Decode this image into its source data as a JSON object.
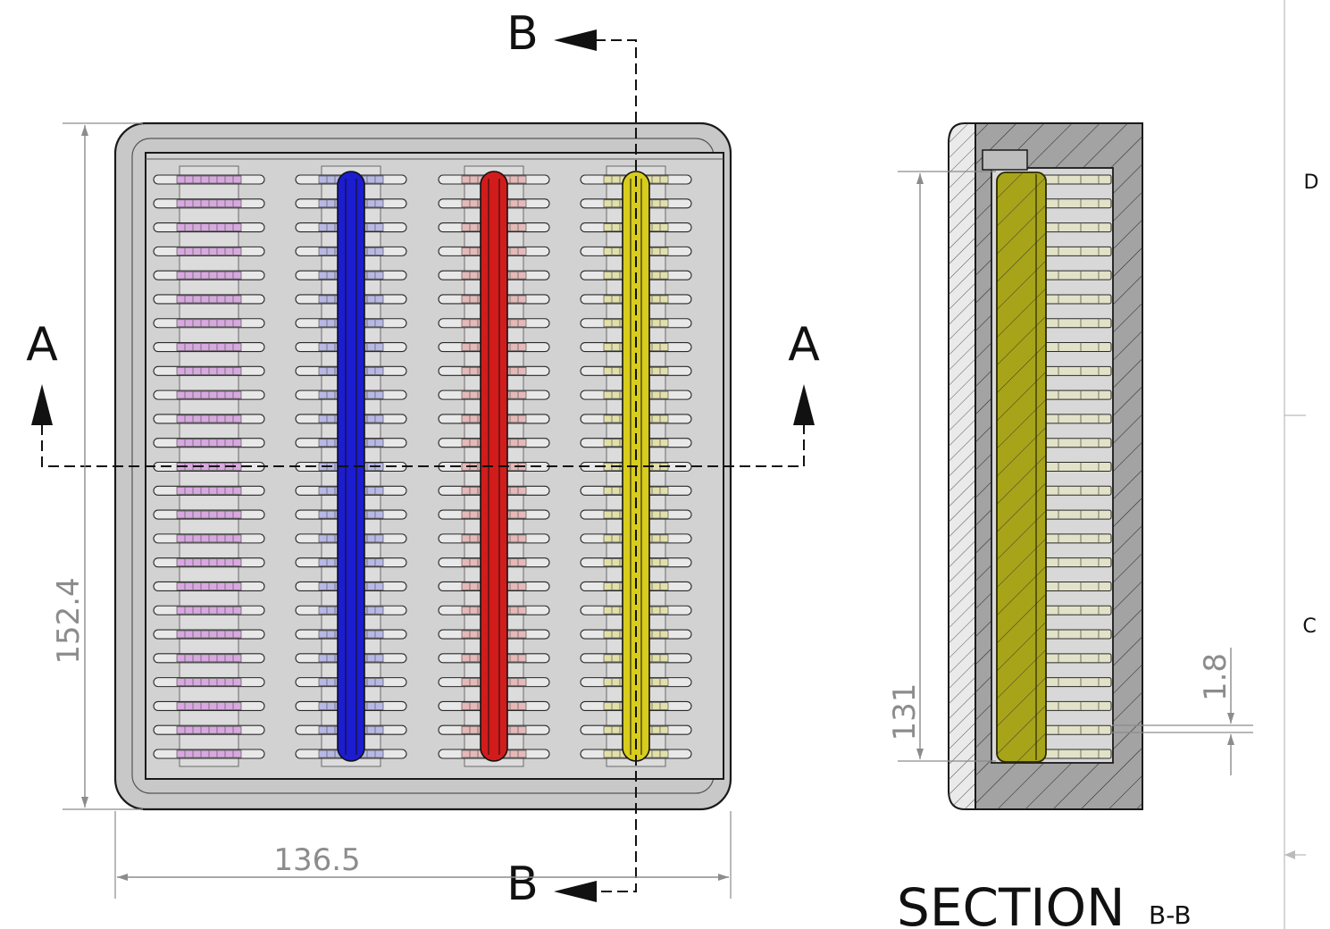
{
  "views": {
    "section_a_label": "A",
    "section_b_label": "B",
    "section_title": "SECTION",
    "section_title_suffix": "B-B"
  },
  "dimensions": {
    "height": "152.4",
    "width": "136.5",
    "inner_height": "131",
    "pitch": "1.8"
  },
  "border_zones": {
    "upper": "D",
    "lower": "C"
  },
  "columns": [
    {
      "name": "column-1",
      "rod": false,
      "rod_color": null,
      "tint": "#d8a8e0"
    },
    {
      "name": "column-2",
      "rod": true,
      "rod_color": "#1c1cd0",
      "tint": "#b8b8e6"
    },
    {
      "name": "column-3",
      "rod": true,
      "rod_color": "#d21c1c",
      "tint": "#e6b8b8"
    },
    {
      "name": "column-4",
      "rod": true,
      "rod_color": "#d8cc1c",
      "tint": "#e2e0a8"
    }
  ],
  "slots_per_column": 25,
  "section_slots": 25,
  "colors": {
    "body": "#c8c8c8",
    "inner": "#d2d2d2",
    "outline": "#1a1a1a",
    "section_fill": "#a3a3a3",
    "section_light": "#e6e6e6",
    "section_rod": "#a8a41a",
    "dimension": "#8c8c8c"
  }
}
